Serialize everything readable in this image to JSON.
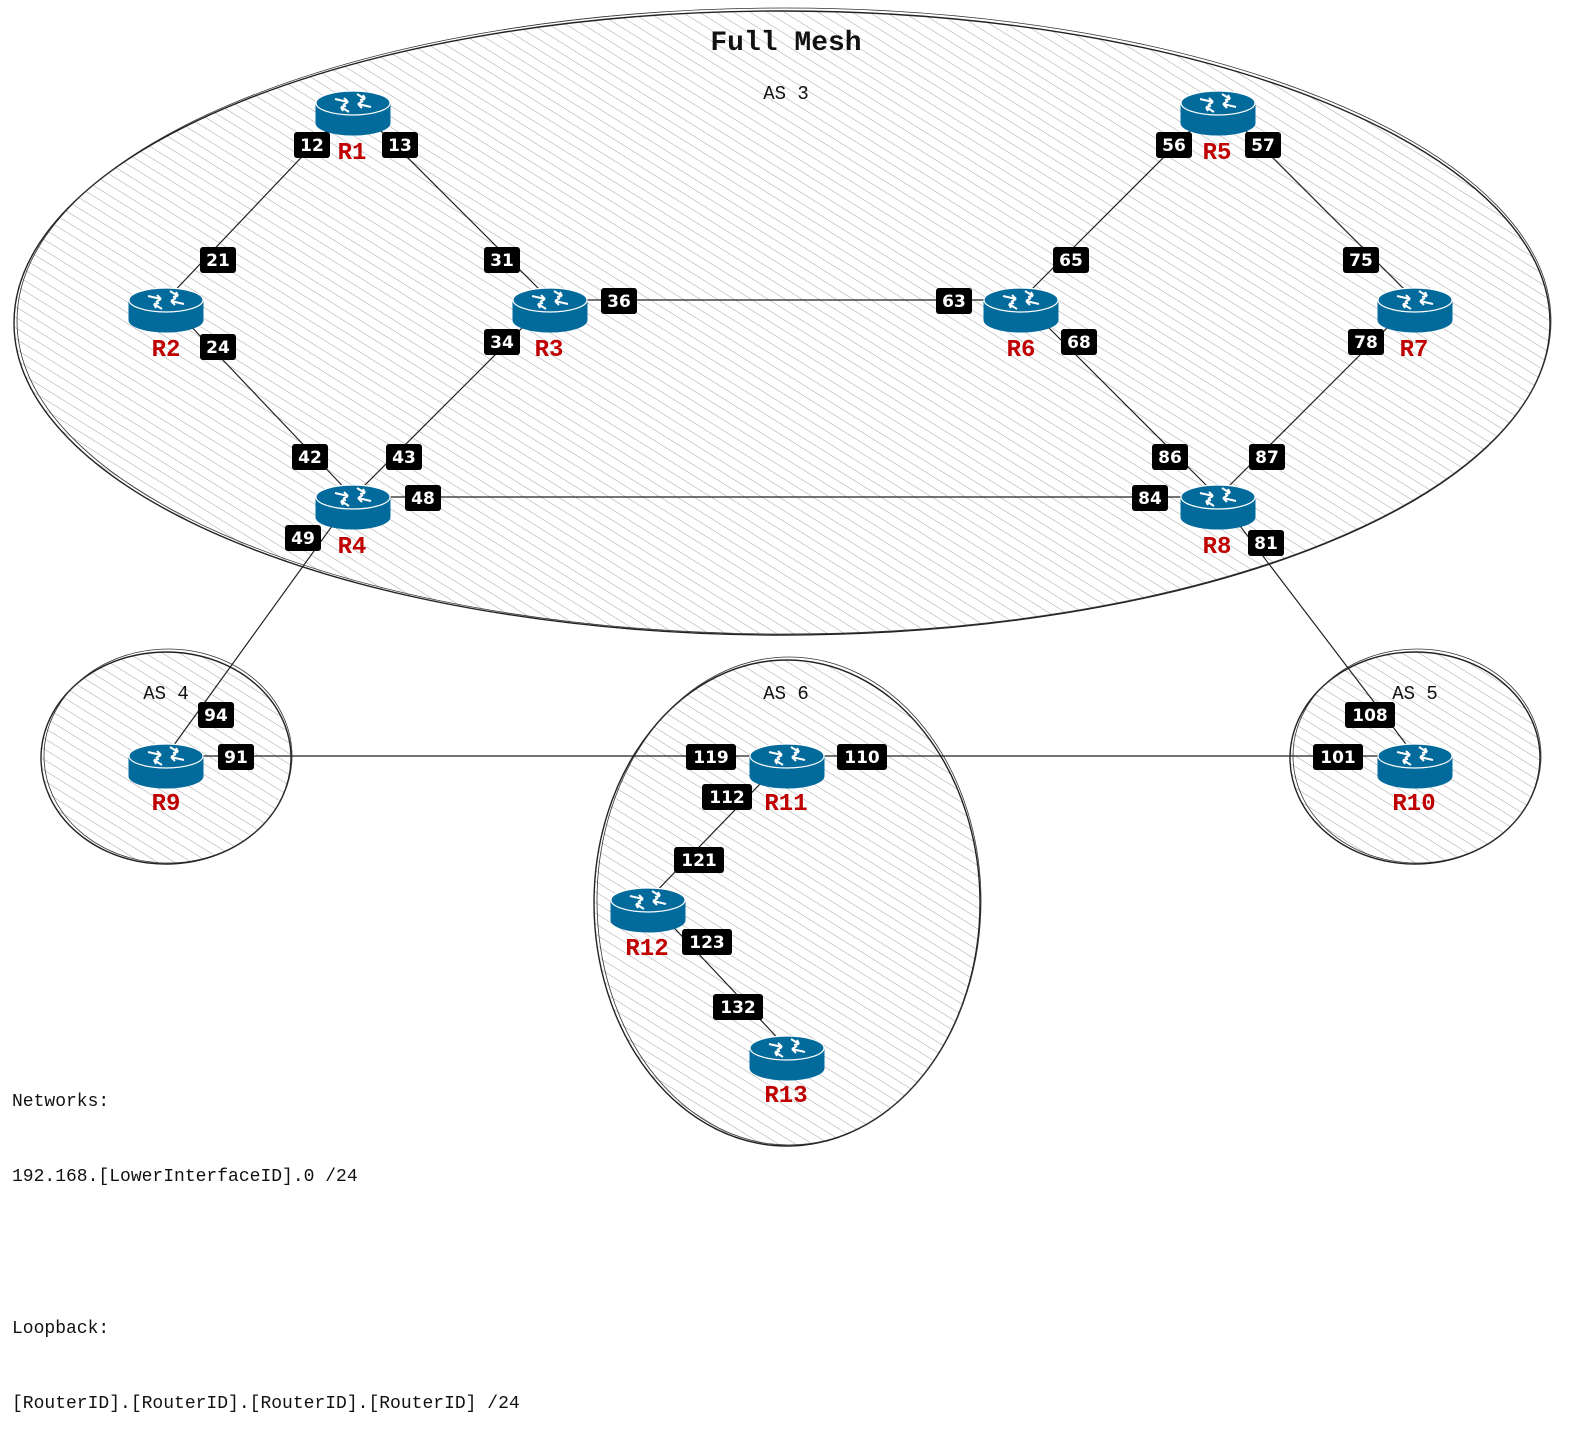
{
  "diagram": {
    "title": "Full Mesh",
    "areas": [
      {
        "id": "as3",
        "label": "AS 3"
      },
      {
        "id": "as4",
        "label": "AS 4"
      },
      {
        "id": "as6",
        "label": "AS 6"
      },
      {
        "id": "as5",
        "label": "AS 5"
      }
    ],
    "routers": [
      {
        "id": "r1",
        "label": "R1"
      },
      {
        "id": "r2",
        "label": "R2"
      },
      {
        "id": "r3",
        "label": "R3"
      },
      {
        "id": "r4",
        "label": "R4"
      },
      {
        "id": "r5",
        "label": "R5"
      },
      {
        "id": "r6",
        "label": "R6"
      },
      {
        "id": "r7",
        "label": "R7"
      },
      {
        "id": "r8",
        "label": "R8"
      },
      {
        "id": "r9",
        "label": "R9"
      },
      {
        "id": "r10",
        "label": "R10"
      },
      {
        "id": "r11",
        "label": "R11"
      },
      {
        "id": "r12",
        "label": "R12"
      },
      {
        "id": "r13",
        "label": "R13"
      }
    ],
    "links": [
      {
        "from": "r1",
        "to": "r2",
        "ports": [
          "12",
          "21"
        ]
      },
      {
        "from": "r1",
        "to": "r3",
        "ports": [
          "13",
          "31"
        ]
      },
      {
        "from": "r2",
        "to": "r4",
        "ports": [
          "24",
          "42"
        ]
      },
      {
        "from": "r3",
        "to": "r4",
        "ports": [
          "34",
          "43"
        ]
      },
      {
        "from": "r3",
        "to": "r6",
        "ports": [
          "36",
          "63"
        ]
      },
      {
        "from": "r5",
        "to": "r6",
        "ports": [
          "56",
          "65"
        ]
      },
      {
        "from": "r5",
        "to": "r7",
        "ports": [
          "57",
          "75"
        ]
      },
      {
        "from": "r6",
        "to": "r8",
        "ports": [
          "68",
          "86"
        ]
      },
      {
        "from": "r7",
        "to": "r8",
        "ports": [
          "78",
          "87"
        ]
      },
      {
        "from": "r4",
        "to": "r8",
        "ports": [
          "48",
          "84"
        ]
      },
      {
        "from": "r4",
        "to": "r9",
        "ports": [
          "49",
          "94"
        ]
      },
      {
        "from": "r8",
        "to": "r10",
        "ports": [
          "81",
          "108"
        ]
      },
      {
        "from": "r9",
        "to": "r11",
        "ports": [
          "91",
          "119"
        ]
      },
      {
        "from": "r11",
        "to": "r10",
        "ports": [
          "110",
          "101"
        ]
      },
      {
        "from": "r11",
        "to": "r12",
        "ports": [
          "112",
          "121"
        ]
      },
      {
        "from": "r12",
        "to": "r13",
        "ports": [
          "123",
          "132"
        ]
      }
    ],
    "colors": {
      "router": "#036a9c",
      "router_label": "#c00000",
      "port_bg": "#000000",
      "port_text": "#ffffff"
    }
  },
  "legend": {
    "networks_heading": "Networks:",
    "networks_value": "192.168.[LowerInterfaceID].0 /24",
    "loopback_heading": "Loopback:",
    "loopback_value": "[RouterID].[RouterID].[RouterID].[RouterID] /24"
  }
}
